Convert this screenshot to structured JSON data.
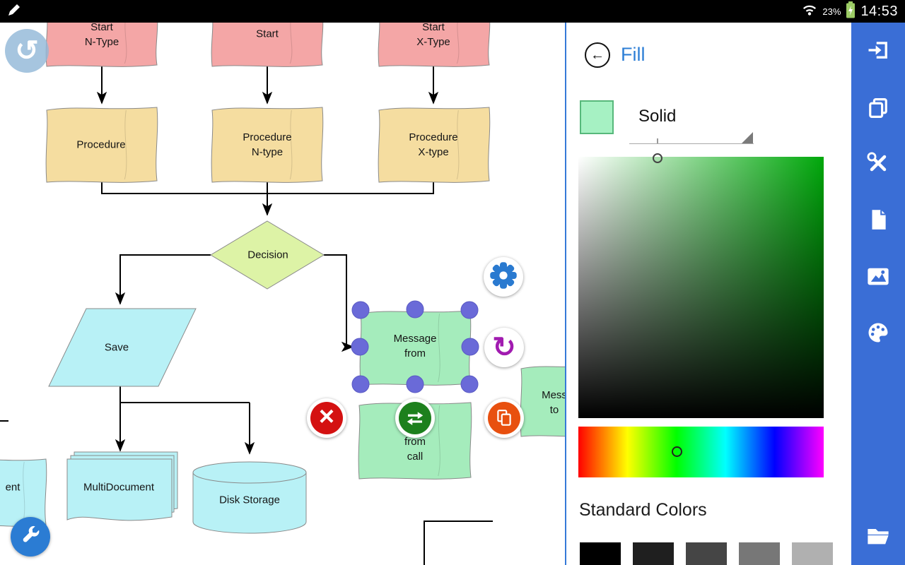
{
  "status_bar": {
    "battery_percent": "23%",
    "time": "14:53"
  },
  "canvas_shapes": {
    "start_ntype": "Start\nN-Type",
    "start": "Start",
    "start_xtype": "Start\nX-Type",
    "procedure": "Procedure",
    "procedure_ntype": "Procedure\nN-type",
    "procedure_xtype": "Procedure\nX-type",
    "decision": "Decision",
    "save": "Save",
    "message_from": "Message\nfrom",
    "message_from_call": "from\ncall",
    "message_to": "Mess\nto",
    "multidocument": "MultiDocument",
    "disk_storage": "Disk Storage",
    "document_partial": "ent"
  },
  "panel": {
    "title": "Fill",
    "fill_type": "Solid",
    "swatch_color": "#a6f1c3",
    "standard_colors_heading": "Standard Colors",
    "standard_colors": [
      "#000000",
      "#1f1f1f",
      "#454545",
      "#777777",
      "#b0b0b0"
    ]
  },
  "icons": {
    "undo": "↺",
    "rotate": "↻",
    "back": "←",
    "close": "×"
  },
  "colors": {
    "toolbar_blue": "#3a6ed6",
    "divider_blue": "#3579d8",
    "accent_blue": "#2e7fd6",
    "selection_handle": "#6a6ad8",
    "fill_hue_green": "#00a80b",
    "shape_pink": "#f4a6a6",
    "shape_tan": "#f5dda0",
    "shape_green": "#a5ecbc",
    "shape_cyan": "#b8f1f6",
    "shape_decision": "#ddf3a6"
  },
  "toolbar_items": [
    "export",
    "duplicate",
    "tools",
    "new-page",
    "insert-image",
    "palette",
    "open-file"
  ]
}
